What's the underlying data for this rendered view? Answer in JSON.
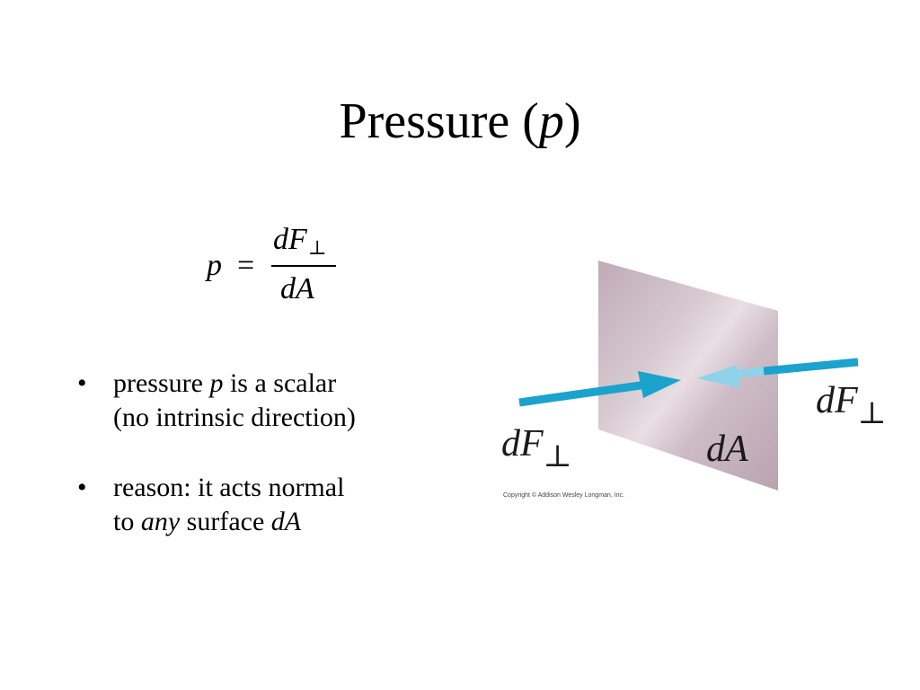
{
  "slide": {
    "title_text": "Pressure (",
    "title_var": "p",
    "title_close": ")"
  },
  "formula": {
    "lhs": "p",
    "equals": "=",
    "numerator": "dF",
    "numerator_sub": "⊥",
    "denominator": "dA"
  },
  "bullets": [
    {
      "marker": "•",
      "line1_a": "pressure ",
      "line1_var": "p",
      "line1_b": " is a scalar",
      "line2": "(no intrinsic direction)"
    },
    {
      "marker": "•",
      "line1": "reason: it acts normal",
      "line2_a": "to ",
      "line2_var": "any",
      "line2_b": " surface ",
      "line2_var2": "dA"
    }
  ],
  "figure": {
    "label_left": "dF",
    "label_left_sub": "⊥",
    "label_right": "dF",
    "label_right_sub": "⊥",
    "label_area": "dA",
    "copyright": "Copyright © Addison Wesley Longman, Inc.",
    "colors": {
      "plane": "#c9b7c1",
      "arrow_dark": "#1aa3cc",
      "arrow_light": "#8fd3ea"
    }
  }
}
